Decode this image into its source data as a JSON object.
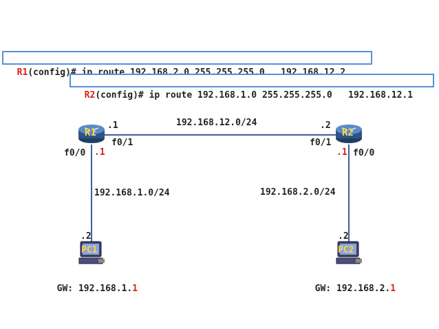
{
  "commands": {
    "r1": {
      "router": "R1",
      "text": "(config)# ip route 192.168.2.0 255.255.255.0   192.168.12.2"
    },
    "r2": {
      "router": "R2",
      "text": "(config)# ip route 192.168.1.0 255.255.255.0   192.168.12.1"
    }
  },
  "routers": {
    "r1": {
      "name": "R1",
      "wan_host": ".1",
      "wan_iface": "f0/1",
      "lan_iface": "f0/0",
      "lan_host": ".1"
    },
    "r2": {
      "name": "R2",
      "wan_host": ".2",
      "wan_iface": "f0/1",
      "lan_iface": "f0/0",
      "lan_host": ".1"
    }
  },
  "links": {
    "wan_network": "192.168.12.0/24",
    "lan1_network": "192.168.1.0/24",
    "lan2_network": "192.168.2.0/24"
  },
  "pcs": {
    "pc1": {
      "name": "PC1",
      "host": ".2",
      "gw_prefix": "GW: 192.168.1.",
      "gw_last": "1"
    },
    "pc2": {
      "name": "PC2",
      "host": ".2",
      "gw_prefix": "GW: 192.168.2.",
      "gw_last": "1"
    }
  },
  "colors": {
    "accent_red": "#d9201c",
    "command_border": "#5b8fd6",
    "link_line": "#3a5f9e",
    "router_body": "#3b6ea8"
  },
  "icons": [
    "router-icon",
    "pc-icon"
  ]
}
